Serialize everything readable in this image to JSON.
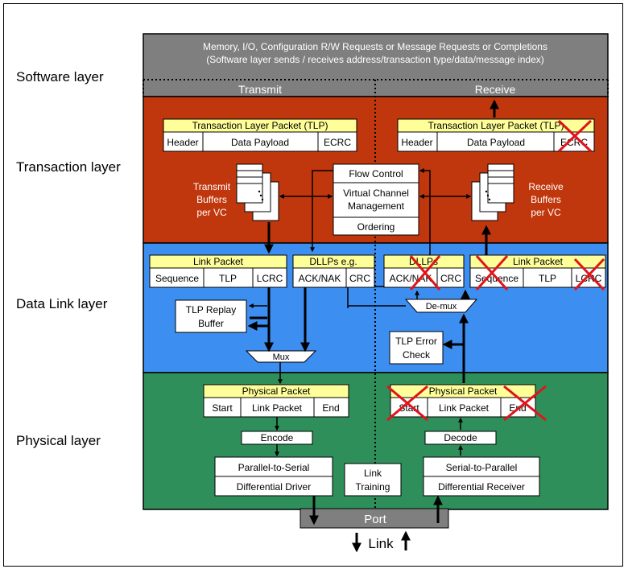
{
  "layer_labels": {
    "software": "Software layer",
    "transaction": "Transaction layer",
    "data_link": "Data Link layer",
    "physical": "Physical layer"
  },
  "software": {
    "line1": "Memory, I/O, Configuration R/W Requests or Message Requests or Completions",
    "line2": "(Software layer sends / receives address/transaction type/data/message index)",
    "transmit": "Transmit",
    "receive": "Receive"
  },
  "transaction": {
    "tlp_title": "Transaction Layer Packet (TLP)",
    "header": "Header",
    "payload": "Data Payload",
    "ecrc": "ECRC",
    "transmit_buffers": [
      "Transmit",
      "Buffers",
      "per VC"
    ],
    "receive_buffers": [
      "Receive",
      "Buffers",
      "per VC"
    ],
    "flow_control": "Flow Control",
    "vc_mgmt": [
      "Virtual Channel",
      "Management"
    ],
    "ordering": "Ordering"
  },
  "data_link": {
    "link_packet": "Link Packet",
    "sequence": "Sequence",
    "tlp": "TLP",
    "lcrc": "LCRC",
    "dllps_eg": "DLLPs e.g.",
    "dllps": "DLLPs",
    "ack_nak": "ACK/NAK",
    "crc": "CRC",
    "replay": [
      "TLP Replay",
      "Buffer"
    ],
    "mux": "Mux",
    "demux": "De-mux",
    "error_check": [
      "TLP Error",
      "Check"
    ]
  },
  "physical": {
    "physical_packet": "Physical Packet",
    "start": "Start",
    "link_packet": "Link Packet",
    "end": "End",
    "encode": "Encode",
    "decode": "Decode",
    "p2s": "Parallel-to-Serial",
    "diff_driver": "Differential Driver",
    "s2p": "Serial-to-Parallel",
    "diff_receiver": "Differential Receiver",
    "link_training": [
      "Link",
      "Training"
    ],
    "port": "Port",
    "link": "Link"
  },
  "colors": {
    "software_bg": "#7f7f7f",
    "transaction_bg": "#c0370d",
    "data_link_bg": "#3d8ef1",
    "physical_bg": "#2f8f5b",
    "packet_title_bg": "#ffff99",
    "cross": "#e0141a"
  }
}
